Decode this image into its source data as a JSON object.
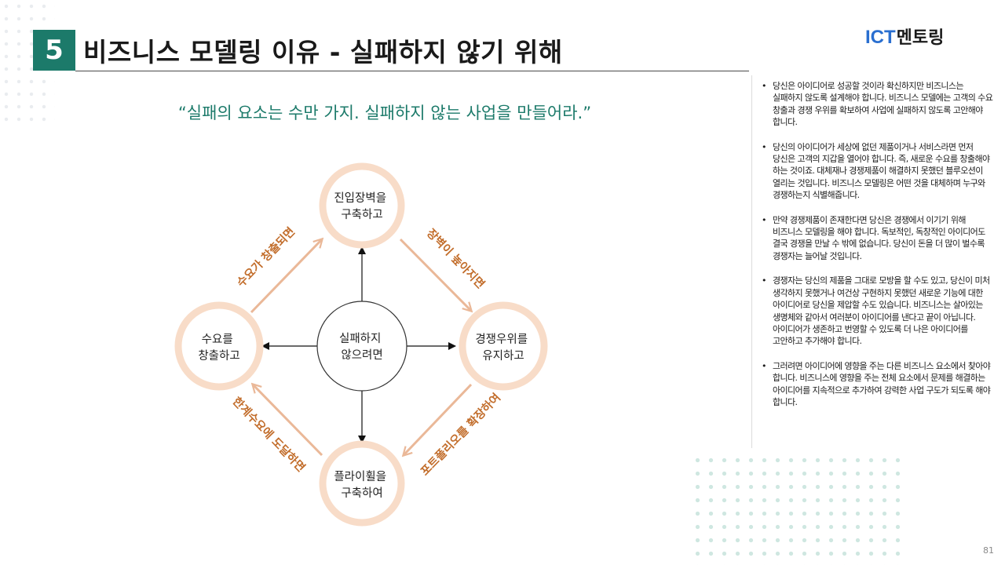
{
  "slide": {
    "number": "5",
    "title": "비즈니스 모델링 이유 - 실패하지 않기 위해",
    "page": "81"
  },
  "logo": {
    "ict": "ICT",
    "mentoring": "멘토링"
  },
  "quote": "“실패의 요소는 수만 가지. 실패하지 않는 사업을 만들어라.”",
  "diagram": {
    "center": [
      "실패하지",
      "않으려면"
    ],
    "nodes": {
      "top": [
        "진입장벽을",
        "구축하고"
      ],
      "right": [
        "경쟁우위를",
        "유지하고"
      ],
      "bottom": [
        "플라이휠을",
        "구축하여"
      ],
      "left": [
        "수요를",
        "창출하고"
      ]
    },
    "edges": {
      "left_to_top": "수요가 창출되면",
      "top_to_right": "장벽이 높아지면",
      "right_to_bottom": "포트폴리오를 확장하여",
      "bottom_to_left": "한계수요에 도달하면"
    },
    "colors": {
      "ring": "#f8dcc8",
      "arrow": "#eab898",
      "label": "#c26d2b"
    }
  },
  "bullets": [
    "당신은 아이디어로 성공할 것이라 확신하지만 비즈니스는 실패하지 않도록 설계해야 합니다. 비즈니스 모델에는 고객의 수요 창출과 경쟁 우위를 확보하여 사업에 실패하지 않도록 고안해야 합니다.",
    "당신의 아이디어가 세상에 없던 제품이거나 서비스라면 먼저 당신은 고객의 지갑을 열어야 합니다. 즉, 새로운 수요를 창출해야 하는 것이죠. 대체재나 경쟁제품이 해결하지 못했던 블루오션이 열리는 것입니다. 비즈니스 모델링은 어떤 것을 대체하며 누구와 경쟁하는지 식별해줍니다.",
    "만약 경쟁제품이 존재한다면 당신은 경쟁에서 이기기 위해 비즈니스 모델링을 해야 합니다. 독보적인, 독창적인 아이디어도 결국 경쟁을 만날 수 밖에 없습니다. 당신이 돈을 더 많이 벌수록 경쟁자는 늘어날 것입니다.",
    "경쟁자는 당신의 제품을 그대로 모방을 할 수도 있고, 당신이 미처 생각하지 못했거나 여건상 구현하지 못했던 새로운 기능에 대한 아이디어로 당신을 제압할 수도 있습니다. 비즈니스는 살아있는 생명체와 같아서 여러분이 아이디어를 낸다고 끝이 아닙니다. 아이디어가 생존하고 번영할 수 있도록 더 나은 아이디어를 고안하고 추가해야 합니다.",
    "그러려면 아이디어에 영향을 주는 다른 비즈니스 요소에서 찾아야 합니다. 비즈니스에 영향을 주는 전체 요소에서 문제를 해결하는 아이디어를 지속적으로 추가하여 강력한 사업 구도가 되도록 해야 합니다."
  ]
}
